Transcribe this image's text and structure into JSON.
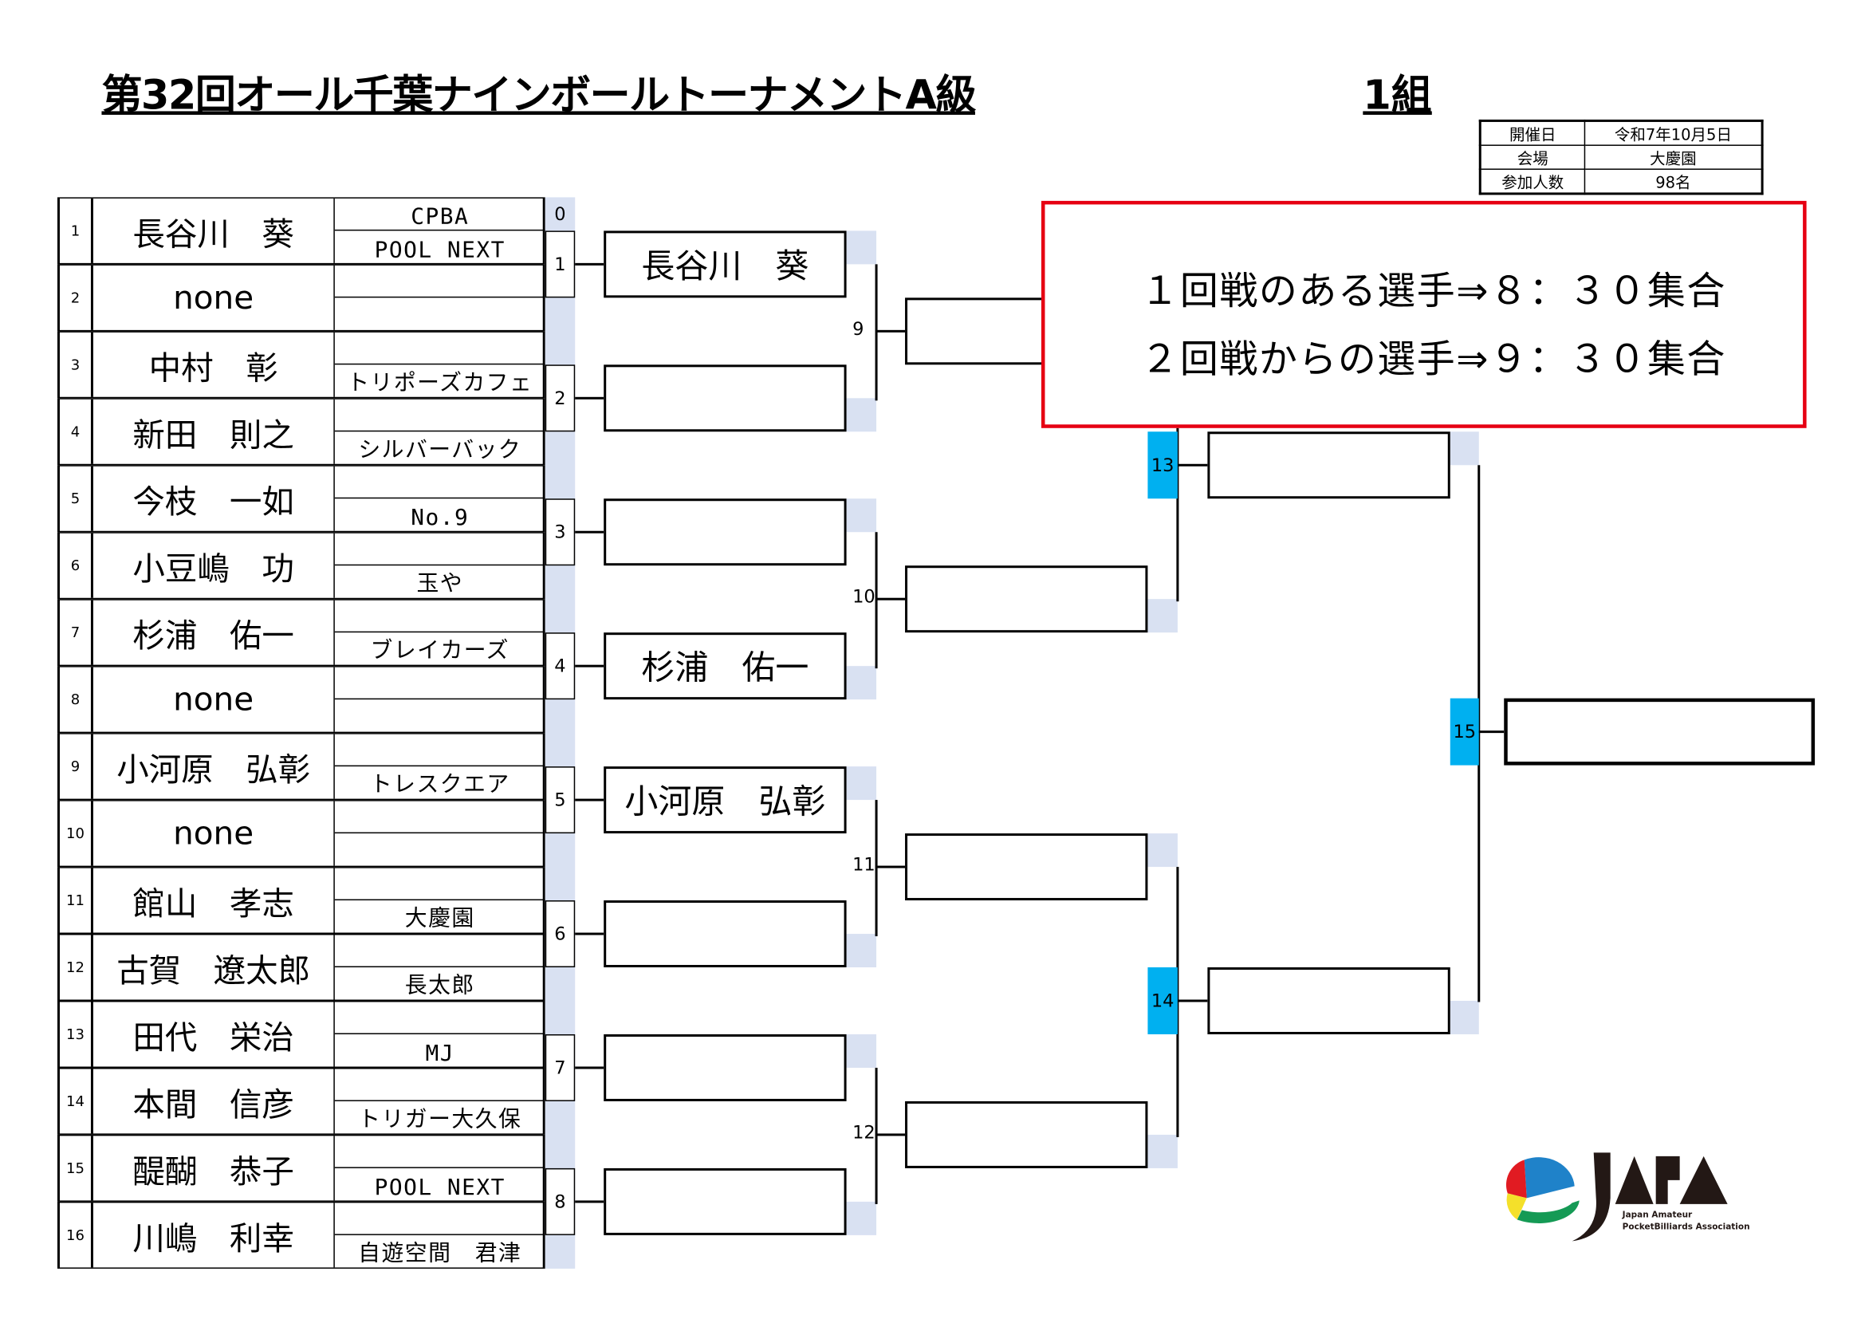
{
  "header": {
    "title": "第32回オール千葉ナインボールトーナメントA級",
    "group": "1組"
  },
  "info": [
    {
      "label": "開催日",
      "value": "令和7年10月5日"
    },
    {
      "label": "会場",
      "value": "大慶園"
    },
    {
      "label": "参加人数",
      "value": "98名"
    }
  ],
  "players": [
    {
      "no": "1",
      "name": "長谷川　葵",
      "club_top": "CPBA",
      "club_bottom": "POOL NEXT"
    },
    {
      "no": "2",
      "name": "none",
      "club_top": "",
      "club_bottom": ""
    },
    {
      "no": "3",
      "name": "中村　彰",
      "club_top": "",
      "club_bottom": "トリポーズカフェ"
    },
    {
      "no": "4",
      "name": "新田　則之",
      "club_top": "",
      "club_bottom": "シルバーバック"
    },
    {
      "no": "5",
      "name": "今枝　一如",
      "club_top": "",
      "club_bottom": "No.9"
    },
    {
      "no": "6",
      "name": "小豆嶋　功",
      "club_top": "",
      "club_bottom": "玉や"
    },
    {
      "no": "7",
      "name": "杉浦　佑一",
      "club_top": "",
      "club_bottom": "ブレイカーズ"
    },
    {
      "no": "8",
      "name": "none",
      "club_top": "",
      "club_bottom": ""
    },
    {
      "no": "9",
      "name": "小河原　弘彰",
      "club_top": "",
      "club_bottom": "トレスクエア"
    },
    {
      "no": "10",
      "name": "none",
      "club_top": "",
      "club_bottom": ""
    },
    {
      "no": "11",
      "name": "館山　孝志",
      "club_top": "",
      "club_bottom": "大慶園"
    },
    {
      "no": "12",
      "name": "古賀　遼太郎",
      "club_top": "",
      "club_bottom": "長太郎"
    },
    {
      "no": "13",
      "name": "田代　栄治",
      "club_top": "",
      "club_bottom": "MJ"
    },
    {
      "no": "14",
      "name": "本間　信彦",
      "club_top": "",
      "club_bottom": "トリガー大久保"
    },
    {
      "no": "15",
      "name": "醍醐　恭子",
      "club_top": "",
      "club_bottom": "POOL NEXT"
    },
    {
      "no": "16",
      "name": "川嶋　利幸",
      "club_top": "",
      "club_bottom": "自遊空間　君津"
    }
  ],
  "match_zero": "0",
  "round1": [
    {
      "match": "1",
      "winner": "長谷川　葵"
    },
    {
      "match": "2",
      "winner": ""
    },
    {
      "match": "3",
      "winner": ""
    },
    {
      "match": "4",
      "winner": "杉浦　佑一"
    },
    {
      "match": "5",
      "winner": "小河原　弘彰"
    },
    {
      "match": "6",
      "winner": ""
    },
    {
      "match": "7",
      "winner": ""
    },
    {
      "match": "8",
      "winner": ""
    }
  ],
  "round2": [
    {
      "match": "9",
      "winner": ""
    },
    {
      "match": "10",
      "winner": ""
    },
    {
      "match": "11",
      "winner": ""
    },
    {
      "match": "12",
      "winner": ""
    }
  ],
  "round3": [
    {
      "match": "13",
      "winner": ""
    },
    {
      "match": "14",
      "winner": ""
    }
  ],
  "final": {
    "match": "15",
    "winner": ""
  },
  "notice": [
    "１回戦のある選手⇒８：３０集合",
    "２回戦からの選手⇒９：３０集合"
  ],
  "logo": {
    "text": "JAPA",
    "sub1": "Japan Amateur",
    "sub2": "PocketBilliards Association"
  }
}
